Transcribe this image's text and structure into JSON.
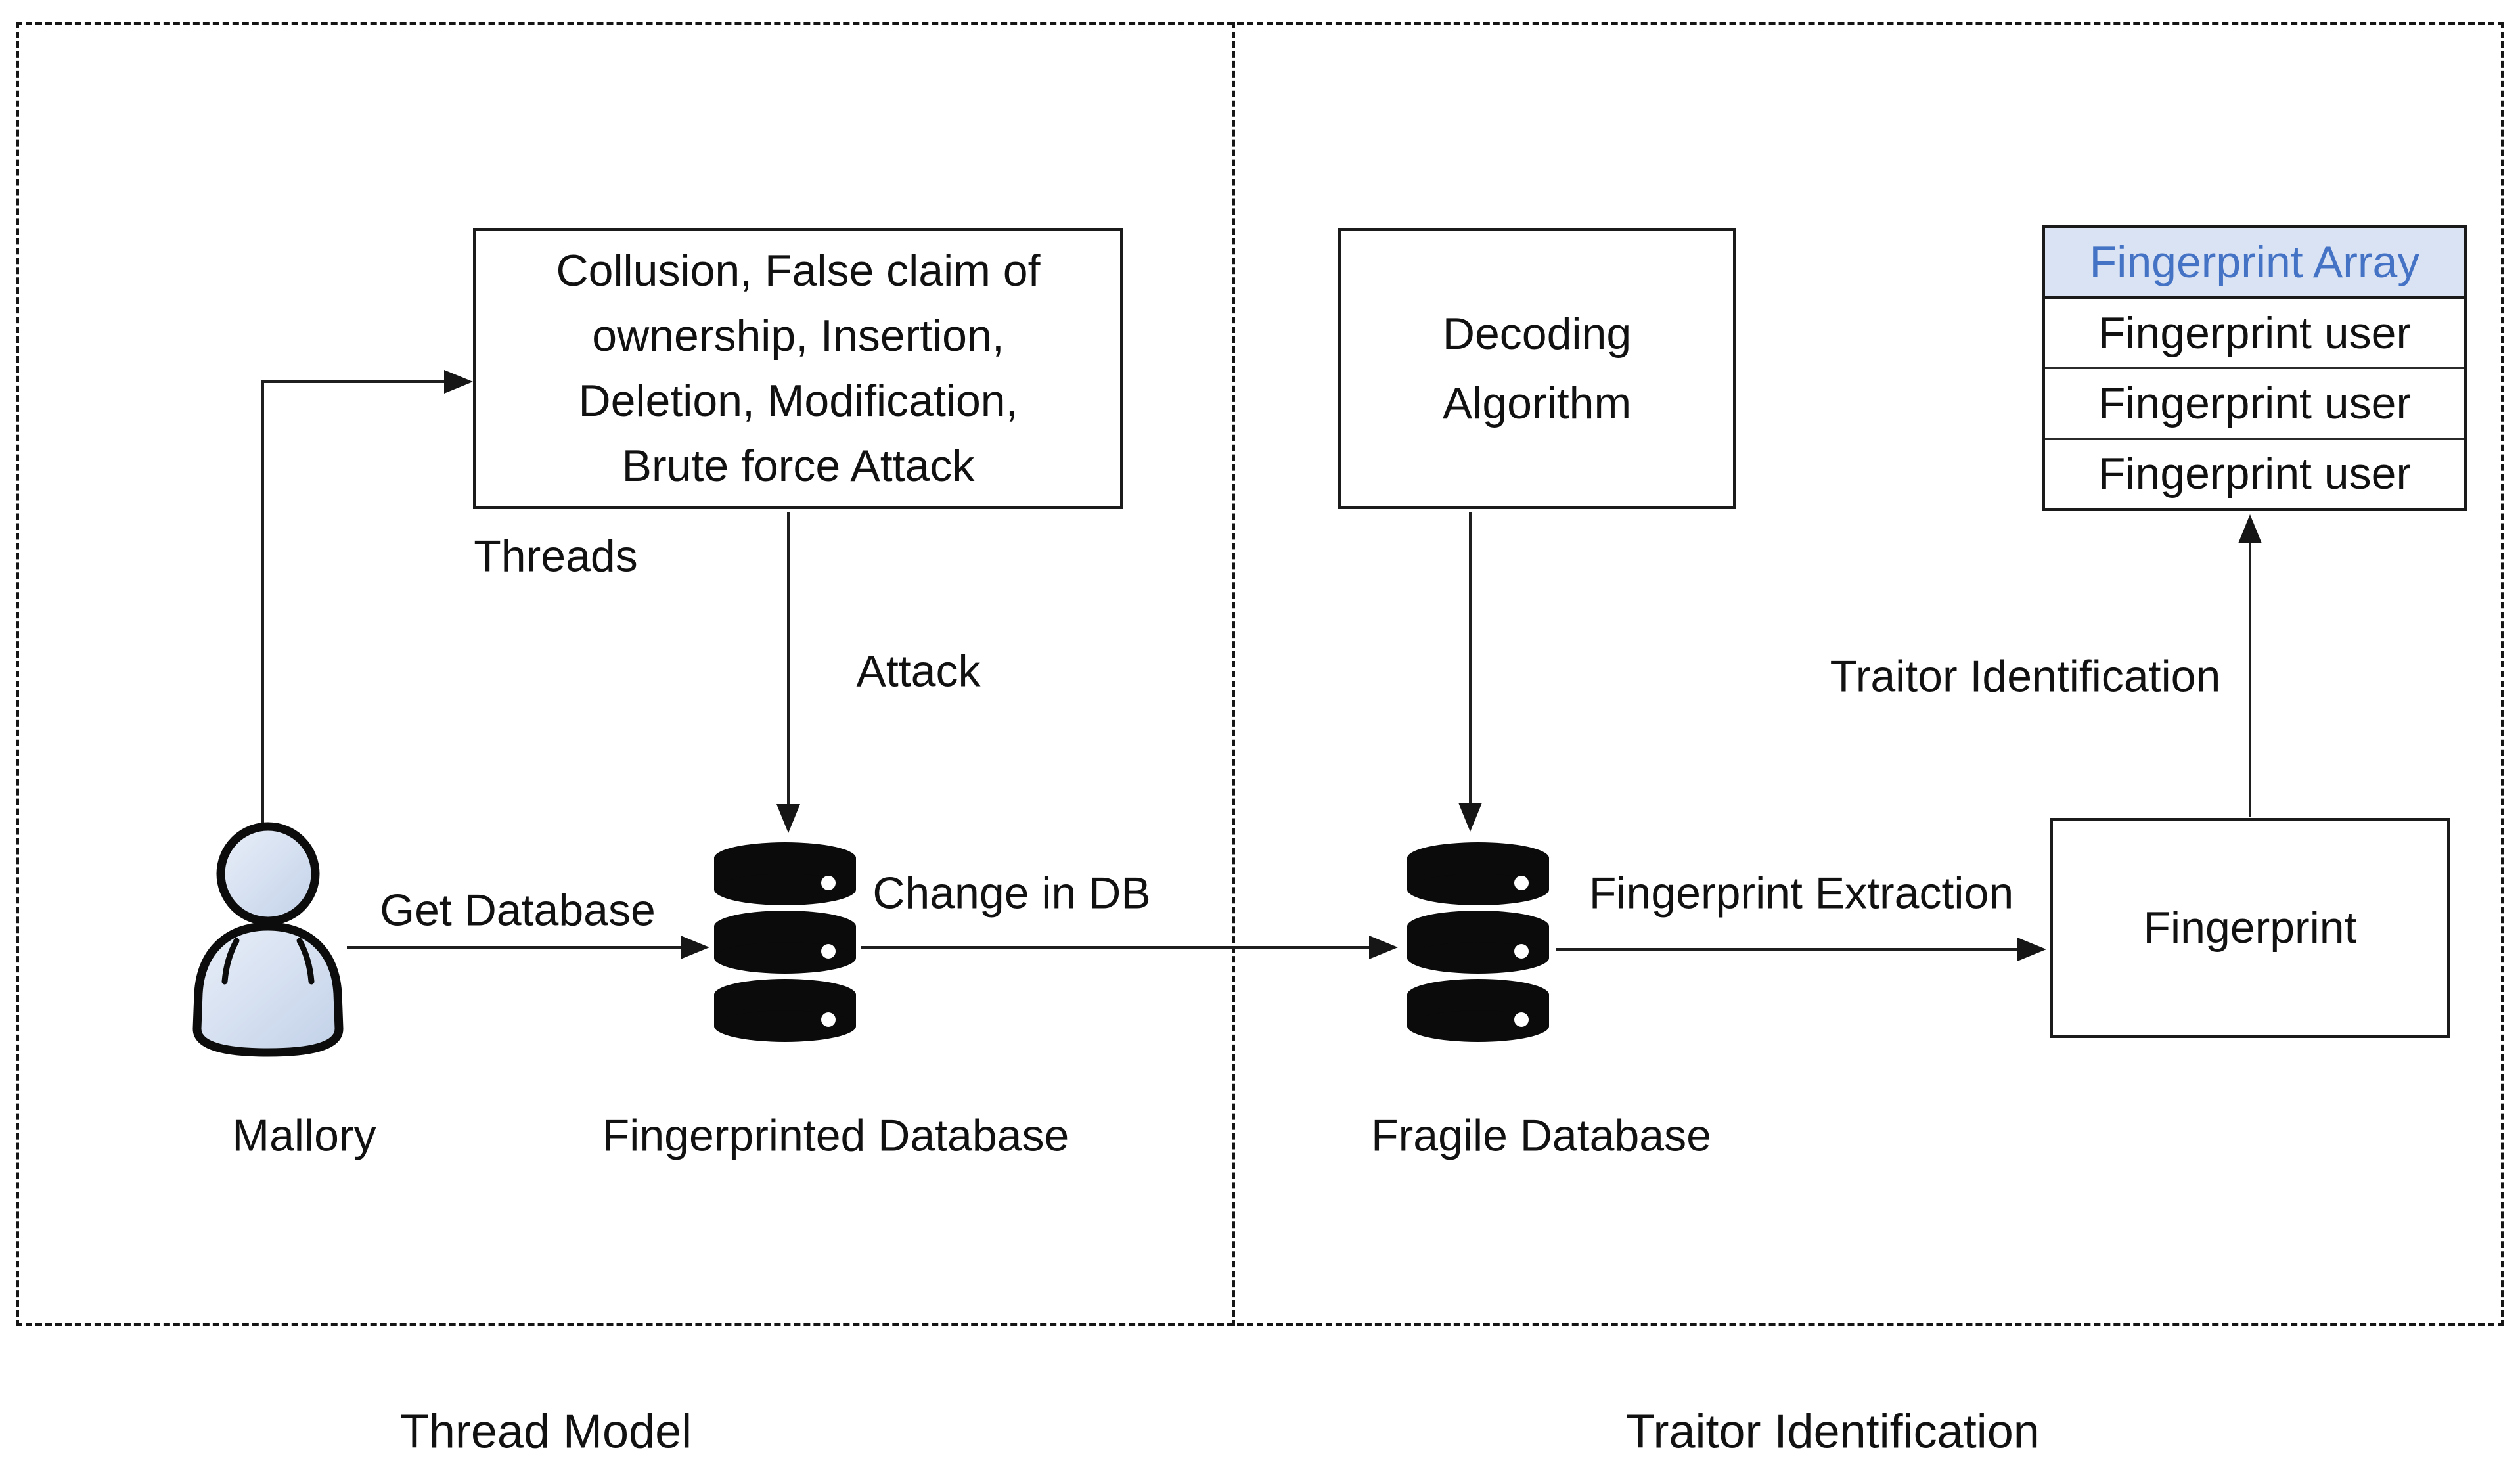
{
  "thread_model": {
    "caption": "Thread Model",
    "threats_box_lines": [
      "Collusion, False claim of",
      "ownership, Insertion,",
      "Deletion, Modification,",
      "Brute force Attack"
    ],
    "threads_label": "Threads",
    "attack_label": "Attack",
    "actor_label": "Mallory",
    "get_database_label": "Get Database",
    "database_label": "Fingerprinted Database",
    "change_in_db_label": "Change in DB"
  },
  "traitor_identification": {
    "caption": "Traitor Identification",
    "decoding_box_lines": [
      "Decoding",
      "Algorithm"
    ],
    "database_label": "Fragile Database",
    "fingerprint_extraction_label": "Fingerprint Extraction",
    "fingerprint_box_label": "Fingerprint",
    "traitor_identification_label": "Traitor Identification",
    "fingerprint_array_table": {
      "header": "Fingerprint Array",
      "rows": [
        "Fingerprint user",
        "Fingerprint user",
        "Fingerprint user"
      ]
    }
  },
  "colors": {
    "table_header_bg": "#dae3f3",
    "table_header_text": "#4472c4",
    "person_fill_light": "#e9eff9",
    "person_fill_dark": "#c2d1e8",
    "line_color": "#1f1f1f"
  }
}
